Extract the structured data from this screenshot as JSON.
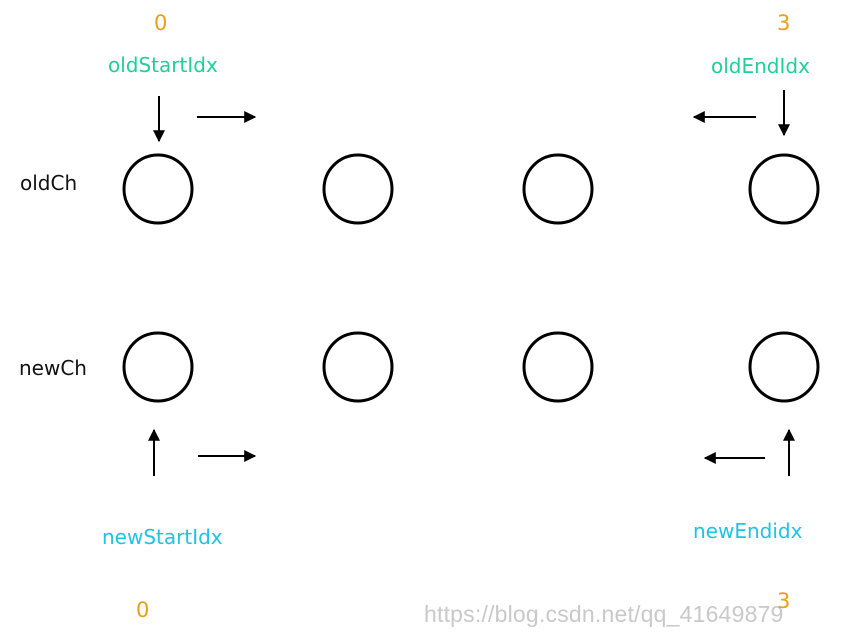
{
  "rows": {
    "old": {
      "label": "oldCh",
      "node_count": 4
    },
    "new": {
      "label": "newCh",
      "node_count": 4
    }
  },
  "pointers": {
    "old_start": {
      "label": "oldStartIdx",
      "index": "0"
    },
    "old_end": {
      "label": "oldEndIdx",
      "index": "3"
    },
    "new_start": {
      "label": "newStartIdx",
      "index": "0"
    },
    "new_end": {
      "label": "newEndidx",
      "index": "3"
    }
  },
  "watermark": "https://blog.csdn.net/qq_41649879",
  "colors": {
    "old_pointer": "#1fcf9a",
    "new_pointer": "#1ec3e6",
    "index": "#e8a01c",
    "stroke": "#000000",
    "label": "#111111",
    "watermark": "#c9c9c9"
  }
}
